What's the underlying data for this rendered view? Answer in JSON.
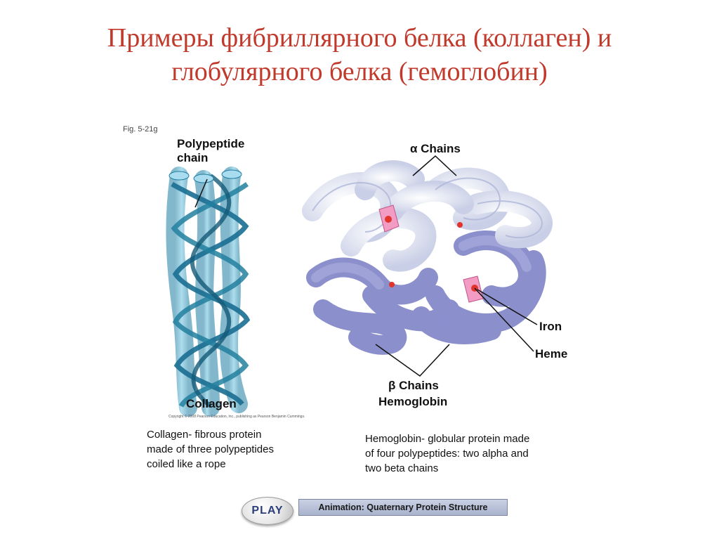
{
  "title": {
    "line1": "Примеры фибриллярного белка (коллаген) и",
    "line2": "глобулярного белка (гемоглобин)"
  },
  "figure": {
    "fig_label": "Fig. 5-21g",
    "polypeptide_label_1": "Polypeptide",
    "polypeptide_label_2": "chain",
    "collagen_label": "Collagen",
    "copyright": "Copyright © 2008 Pearson Education, Inc., publishing as Pearson Benjamin Cummings.",
    "alpha_label": "α Chains",
    "iron_label": "Iron",
    "heme_label": "Heme",
    "beta_label": "β Chains",
    "hemoglobin_label": "Hemoglobin",
    "colors": {
      "collagen": "#3a9fc4",
      "alpha_chain": "#dfe4f3",
      "beta_chain": "#8b8fcc",
      "heme": "#f29cc3",
      "iron": "#e0342c",
      "title": "#c0392b"
    }
  },
  "captions": {
    "collagen": [
      "Collagen-  fibrous protein",
      "made of three polypeptides",
      "coiled like a rope"
    ],
    "hemoglobin": [
      "Hemoglobin-  globular protein made",
      "of four polypeptides: two alpha and",
      "two beta chains"
    ]
  },
  "controls": {
    "play_label": "PLAY",
    "animation_label": "Animation: Quaternary Protein Structure"
  }
}
